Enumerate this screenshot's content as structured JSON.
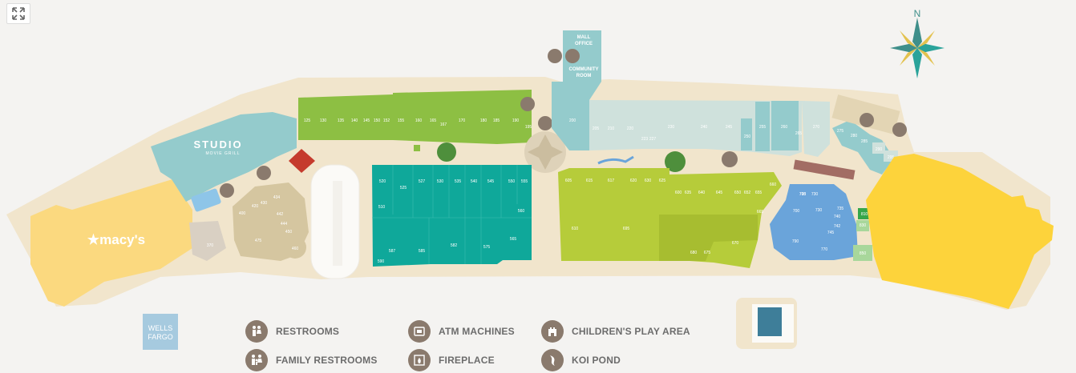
{
  "controls": {
    "expand_icon": "expand-arrows-icon"
  },
  "compass": {
    "north": "N"
  },
  "anchors": {
    "studio": {
      "name": "STUDIO",
      "sub": "MOVIE GRILL"
    },
    "macys": "★macy's",
    "wells_fargo": [
      "WELLS",
      "FARGO"
    ],
    "mall_office": [
      "MALL",
      "OFFICE"
    ],
    "community_room": [
      "COMMUNITY",
      "ROOM"
    ]
  },
  "stores": {
    "north_green": [
      "125",
      "130",
      "135",
      "140",
      "145",
      "150",
      "152",
      "155",
      "160",
      "165",
      "167",
      "170",
      "180",
      "185",
      "190",
      "195"
    ],
    "north_teal": [
      "200",
      "205",
      "210",
      "220",
      "223",
      "227",
      "230",
      "240",
      "245",
      "250",
      "255",
      "260",
      "265",
      "270",
      "275",
      "280",
      "285",
      "290",
      "295"
    ],
    "west": [
      "370",
      "400",
      "420",
      "430",
      "434",
      "442",
      "444",
      "450",
      "460",
      "475"
    ],
    "center_teal": [
      "510",
      "520",
      "525",
      "527",
      "530",
      "535",
      "540",
      "545",
      "550",
      "555",
      "560",
      "565",
      "575",
      "582",
      "585",
      "587",
      "590"
    ],
    "center_lime": [
      "600",
      "605",
      "610",
      "615",
      "617",
      "620",
      "625",
      "630",
      "635",
      "640",
      "645",
      "650",
      "652",
      "655",
      "660",
      "665",
      "670",
      "675",
      "680",
      "695"
    ],
    "east_blue": [
      "700",
      "705",
      "710",
      "730",
      "735",
      "740",
      "742",
      "745",
      "770",
      "790"
    ],
    "east_green": [
      "810",
      "830",
      "850"
    ]
  },
  "legend": [
    {
      "label": "RESTROOMS",
      "icon": "restroom-icon"
    },
    {
      "label": "FAMILY RESTROOMS",
      "icon": "family-restroom-icon"
    },
    {
      "label": "ATM MACHINES",
      "icon": "atm-icon"
    },
    {
      "label": "FIREPLACE",
      "icon": "fireplace-icon"
    },
    {
      "label": "CHILDREN'S PLAY AREA",
      "icon": "play-area-icon"
    },
    {
      "label": "KOI POND",
      "icon": "koi-pond-icon"
    }
  ],
  "colors": {
    "walkway": "#f1e5cc",
    "teal_anchor": "#94cbcc",
    "green": "#8dbf43",
    "teal_store": "#0fa89a",
    "lime": "#b6cc3a",
    "blue": "#6aa4da",
    "yellow": "#fdd33b",
    "macys": "#fbd97f",
    "pale_teal": "#cfe1dc",
    "icon_brown": "#8a7a6d"
  }
}
